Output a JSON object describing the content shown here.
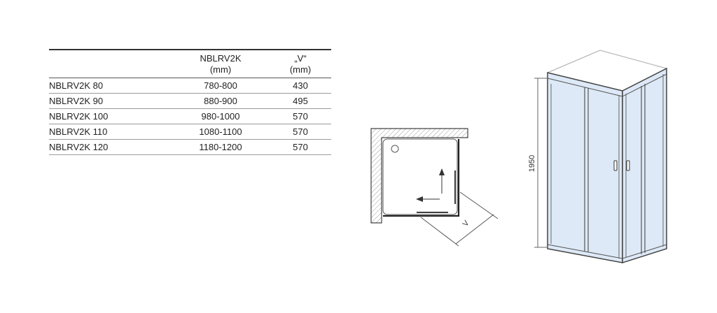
{
  "table": {
    "headers": [
      {
        "line1": "",
        "line2": ""
      },
      {
        "line1": "NBLRV2K",
        "line2": "(mm)"
      },
      {
        "line1": "„V“",
        "line2": "(mm)"
      }
    ],
    "rows": [
      {
        "model": "NBLRV2K 80",
        "range": "780-800",
        "v": "430"
      },
      {
        "model": "NBLRV2K 90",
        "range": "880-900",
        "v": "495"
      },
      {
        "model": "NBLRV2K 100",
        "range": "980-1000",
        "v": "570"
      },
      {
        "model": "NBLRV2K 110",
        "range": "1080-1100",
        "v": "570"
      },
      {
        "model": "NBLRV2K 120",
        "range": "1180-1200",
        "v": "570"
      }
    ]
  },
  "plan": {
    "dimension_label": "V"
  },
  "elevation": {
    "height_label": "1950"
  },
  "colors": {
    "glass": "#dde9f7",
    "line": "#444444",
    "hatch": "#9a9a9a"
  }
}
